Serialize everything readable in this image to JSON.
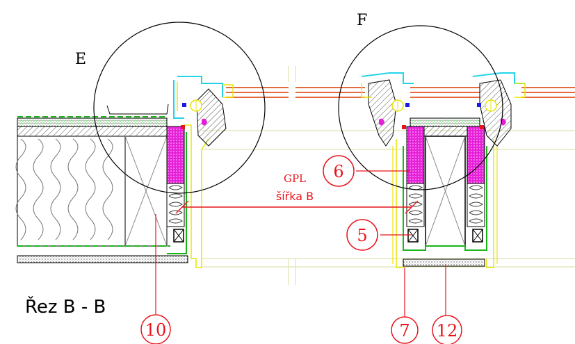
{
  "detail_labels": {
    "left": "E",
    "right": "F"
  },
  "section_title": "Řez B - B",
  "dimension": {
    "line1": "GPL",
    "line2": "šířka B"
  },
  "callouts": {
    "c6": "6",
    "c5": "5",
    "c10": "10",
    "c7": "7",
    "c12": "12"
  },
  "colors": {
    "line": "#000000",
    "callout": "#e8141c",
    "glass": "#e26a3c",
    "yellow": "#e8e600",
    "cyan": "#22d4e8",
    "magenta": "#e620d8",
    "green": "#18b418",
    "pale": "#d8dca0"
  }
}
